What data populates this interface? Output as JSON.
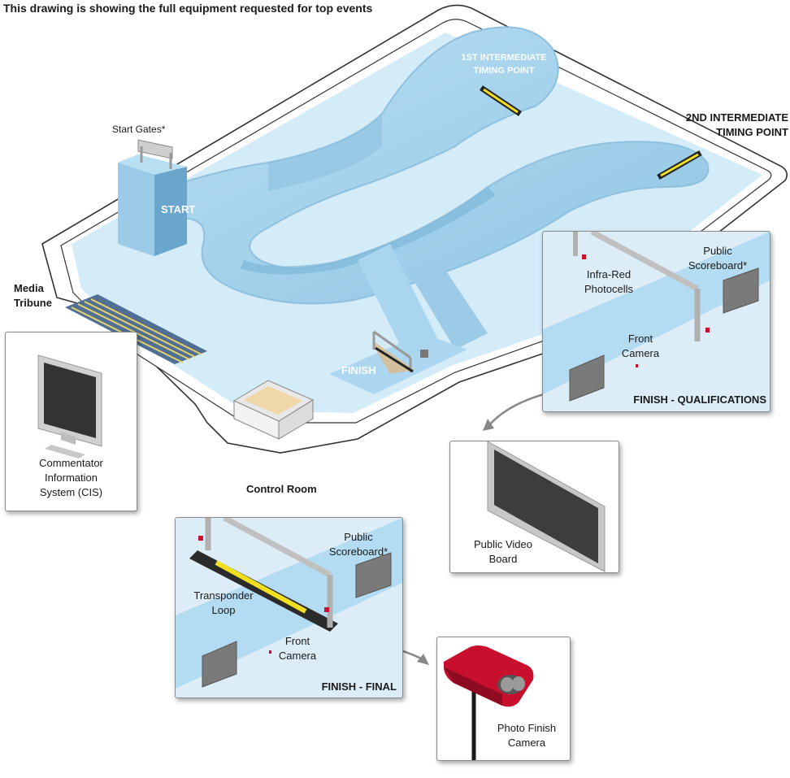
{
  "title": "This drawing is showing the full equipment requested for top events",
  "course": {
    "start_label": "START",
    "finish_label": "FINISH",
    "start_gates_label": "Start Gates*",
    "first_intermediate": [
      "1ST INTERMEDIATE",
      "TIMING POINT"
    ],
    "second_intermediate": [
      "2ND INTERMEDIATE",
      "TIMING POINT"
    ],
    "media_tribune": [
      "Media",
      "Tribune"
    ],
    "control_room": "Control Room"
  },
  "panels": {
    "cis": {
      "lines": [
        "Commentator",
        "Information",
        "System (CIS)"
      ]
    },
    "qualifications": {
      "title": "FINISH - QUALIFICATIONS",
      "photocells": [
        "Infra-Red",
        "Photocells"
      ],
      "scoreboard": [
        "Public",
        "Scoreboard*"
      ],
      "camera": [
        "Front",
        "Camera"
      ]
    },
    "video_board": {
      "lines": [
        "Public Video",
        "Board"
      ]
    },
    "final": {
      "title": "FINISH - FINAL",
      "scoreboard": [
        "Public",
        "Scoreboard*"
      ],
      "loop": [
        "Transponder",
        "Loop"
      ],
      "camera": [
        "Front",
        "Camera"
      ]
    },
    "photo_finish": {
      "lines": [
        "Photo Finish",
        "Camera"
      ]
    }
  },
  "colors": {
    "track": "#a9d5ee",
    "track_dark": "#7fb6d8",
    "pad": "#d8eef9",
    "marker": "#f2e01e",
    "camera_red": "#c8102e"
  }
}
